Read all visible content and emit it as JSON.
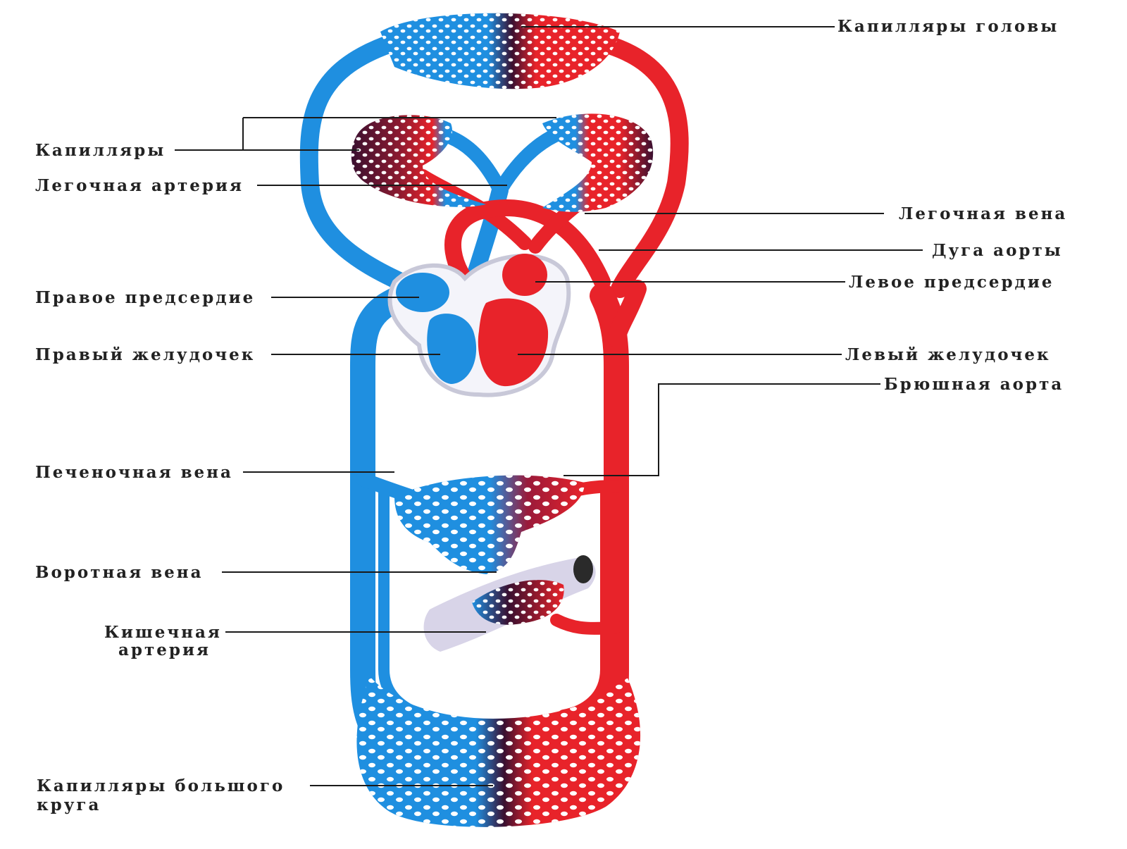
{
  "colors": {
    "arterial": "#e8232a",
    "venous": "#1f8fe0",
    "mixed": "#3a1030",
    "heart_outline": "#c8c8d8",
    "text": "#222222"
  },
  "labels": {
    "head_capillaries": "Капилляры головы",
    "capillaries": "Капилляры",
    "pulmonary_artery": "Легочная артерия",
    "pulmonary_vein": "Легочная вена",
    "aortic_arch": "Дуга аорты",
    "left_atrium": "Левое предсердие",
    "right_atrium": "Правое предсердие",
    "right_ventricle": "Правый желудочек",
    "left_ventricle": "Левый желудочек",
    "abdominal_aorta": "Брюшная аорта",
    "hepatic_vein": "Печеночная вена",
    "portal_vein": "Воротная вена",
    "intestinal_artery_line1": "Кишечная",
    "intestinal_artery_line2": "артерия",
    "systemic_capillaries_line1": "Капилляры большого",
    "systemic_capillaries_line2": "круга"
  }
}
